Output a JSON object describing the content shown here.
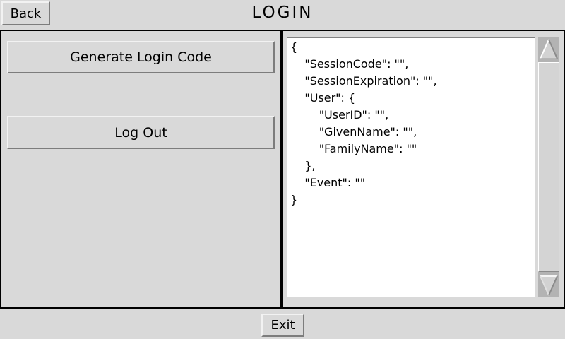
{
  "header": {
    "back_label": "Back",
    "title": "LOGIN"
  },
  "left_panel": {
    "generate_button": "Generate Login Code",
    "logout_button": "Log Out"
  },
  "right_panel": {
    "json_text": "{\n    \"SessionCode\": \"\",\n    \"SessionExpiration\": \"\",\n    \"User\": {\n        \"UserID\": \"\",\n        \"GivenName\": \"\",\n        \"FamilyName\": \"\"\n    },\n    \"Event\": \"\"\n}",
    "scrollbar": {
      "up_icon": "up-triangle",
      "down_icon": "down-triangle"
    }
  },
  "footer": {
    "exit_label": "Exit"
  },
  "colors": {
    "background": "#d9d9d9",
    "panel_border": "#000000",
    "scroll_trough": "#b3b3b3",
    "textarea_bg": "#ffffff",
    "bevel_light": "#f2f2f2",
    "bevel_dark": "#7d7d7d",
    "text": "#000000"
  }
}
